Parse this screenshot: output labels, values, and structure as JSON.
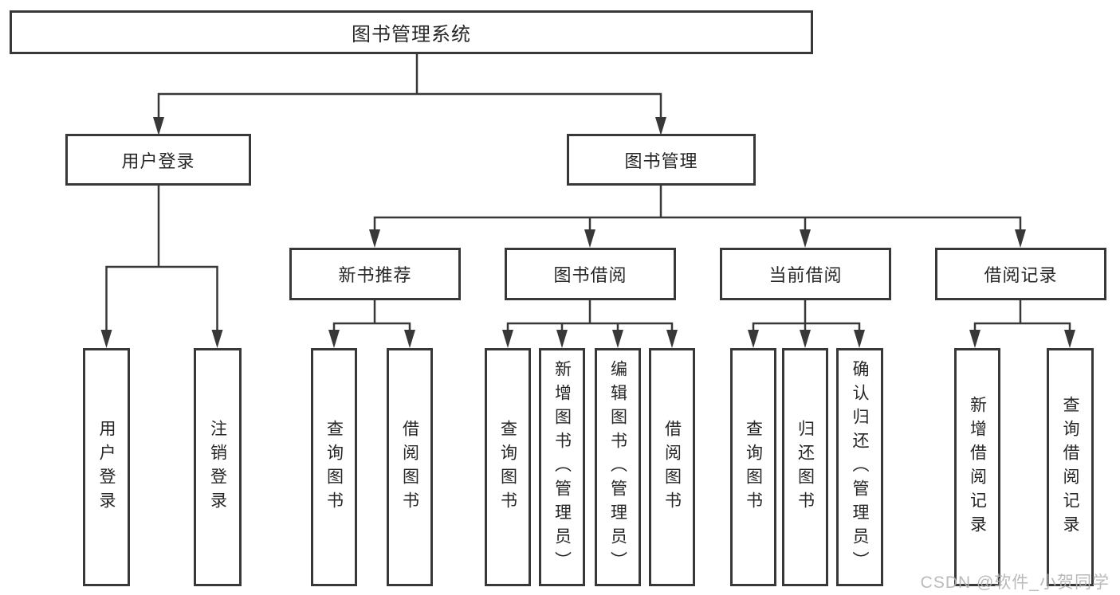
{
  "diagram": {
    "root": {
      "label": "图书管理系统"
    },
    "branches": [
      {
        "label": "用户登录",
        "children": [
          {
            "label": "用户登录"
          },
          {
            "label": "注销登录"
          }
        ]
      },
      {
        "label": "图书管理",
        "children": [
          {
            "label": "新书推荐",
            "children": [
              {
                "label": "查询图书"
              },
              {
                "label": "借阅图书"
              }
            ]
          },
          {
            "label": "图书借阅",
            "children": [
              {
                "label": "查询图书"
              },
              {
                "label": "新增图书（管理员）"
              },
              {
                "label": "编辑图书（管理员）"
              },
              {
                "label": "借阅图书"
              }
            ]
          },
          {
            "label": "当前借阅",
            "children": [
              {
                "label": "查询图书"
              },
              {
                "label": "归还图书"
              },
              {
                "label": "确认归还（管理员）"
              }
            ]
          },
          {
            "label": "借阅记录",
            "children": [
              {
                "label": "新增借阅记录"
              },
              {
                "label": "查询借阅记录"
              }
            ]
          }
        ]
      }
    ]
  },
  "watermark": {
    "text": "CSDN @软件_小贺同学"
  },
  "colors": {
    "line": "#383838",
    "box_border": "#383838",
    "text": "#262626",
    "background": "#ffffff",
    "watermark": "#b3b3b3"
  }
}
